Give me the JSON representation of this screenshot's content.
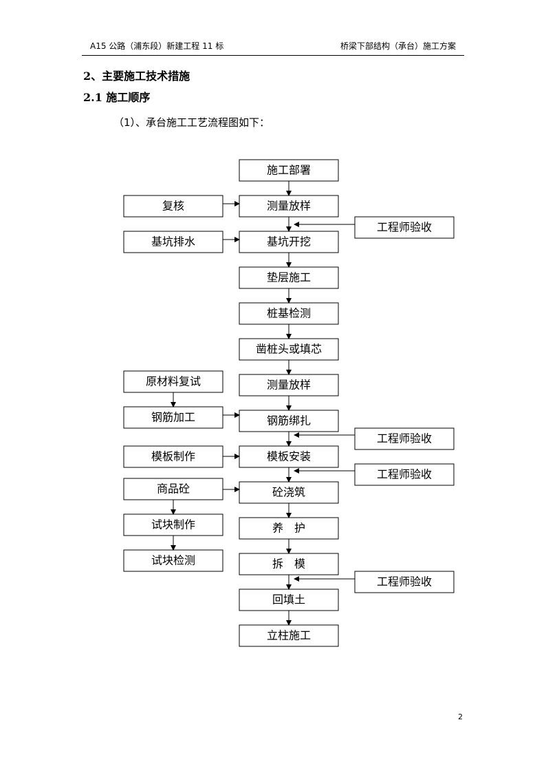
{
  "header": {
    "left": "A15 公路（浦东段）新建工程 11 标",
    "right": "桥梁下部结构（承台）施工方案"
  },
  "section_title": "2、主要施工技术措施",
  "subsection_title": "2.1 施工顺序",
  "intro": "（1）、承台施工工艺流程图如下：",
  "flowchart": {
    "main_steps": [
      "施工部署",
      "测量放样",
      "基坑开挖",
      "垫层施工",
      "桩基检测",
      "凿桩头或填芯",
      "测量放样",
      "钢筋绑扎",
      "模板安装",
      "砼浇筑",
      "养　护",
      "拆　模",
      "回填土",
      "立柱施工"
    ],
    "left_inputs": [
      "复核",
      "基坑排水",
      "原材料复试",
      "钢筋加工",
      "模板制作",
      "商品砼",
      "试块制作",
      "试块检测"
    ],
    "inspections": [
      "工程师验收",
      "工程师验收",
      "工程师验收",
      "工程师验收"
    ]
  },
  "page_number": "2"
}
